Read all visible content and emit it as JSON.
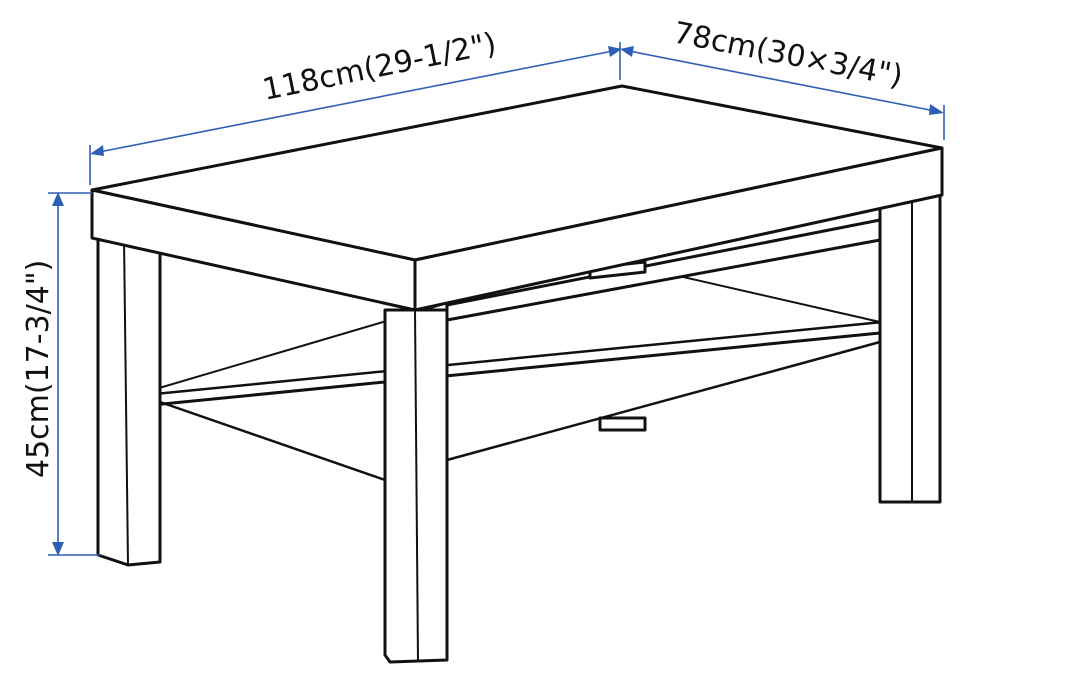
{
  "dimensions": {
    "length": "118cm(29-1/2\")",
    "width": "78cm(30×3/4\")",
    "height": "45cm(17-3/4\")"
  },
  "colors": {
    "dimension_line": "#2f5fb5",
    "outline": "#111111",
    "background": "#ffffff"
  }
}
